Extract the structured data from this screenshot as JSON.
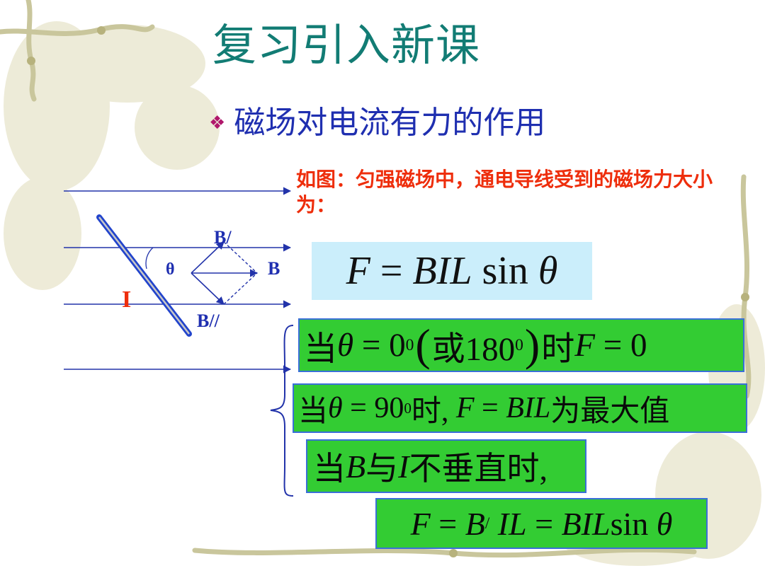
{
  "title": "复习引入新课",
  "bullet": {
    "text": "磁场对电流有力的作用"
  },
  "description": "如图：匀强磁场中，通电导线受到的磁场力大小为：",
  "diagram": {
    "current_label": "I",
    "angle_label": "θ",
    "b_label": "B",
    "b_perp_label": "B/",
    "b_parallel_label": "B//"
  },
  "formula_main": {
    "F": "F",
    "eq": " = ",
    "BIL": "BIL",
    "sin": " sin ",
    "theta": "θ"
  },
  "case1": {
    "dang": "当",
    "theta": "θ",
    "eq": " = 0",
    "sup": "0",
    "open": "(",
    "or": "或180",
    "sup2": "0",
    "close": ")",
    "shi": "时",
    "F": "F",
    "eq2": " = 0"
  },
  "case2": {
    "dang": "当",
    "theta": "θ",
    "eq": " = 90",
    "sup": "0",
    "shi": "时, ",
    "F": "F",
    "eq2": " = ",
    "BIL": "BIL",
    "tail": "为最大值"
  },
  "case3": {
    "dang": "当",
    "B": "B",
    "yu": "与",
    "I": "I",
    "tail": "不垂直时,"
  },
  "case4": {
    "F": "F",
    "eq": " = ",
    "B": "B",
    "sup": "/",
    "IL": " IL",
    "eq2": " = ",
    "BIL": "BIL",
    "sin": "sin ",
    "theta": "θ"
  },
  "colors": {
    "title": "#127c74",
    "bullet_text": "#1f2fb0",
    "bullet_mark": "#b0176b",
    "description": "#ee2e0c",
    "green_box": "#33cc33",
    "formula_bg": "#cbeefb",
    "field_line": "#2233aa",
    "wire": "#2244cc"
  }
}
